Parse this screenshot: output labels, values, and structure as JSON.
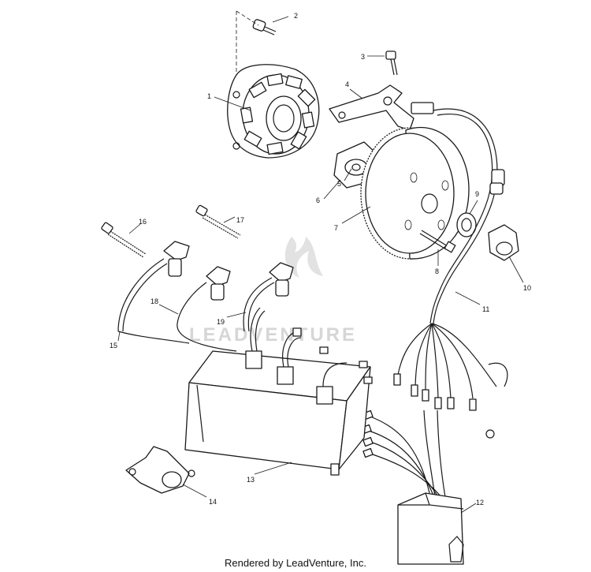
{
  "diagram": {
    "callouts": [
      "1",
      "2",
      "3",
      "4",
      "5",
      "6",
      "7",
      "8",
      "9",
      "10",
      "11",
      "12",
      "13",
      "14",
      "15",
      "16",
      "17",
      "18",
      "19"
    ]
  },
  "watermark": {
    "text": "LEADVENTURE"
  },
  "footer": {
    "credit": "Rendered by LeadVenture, Inc."
  }
}
